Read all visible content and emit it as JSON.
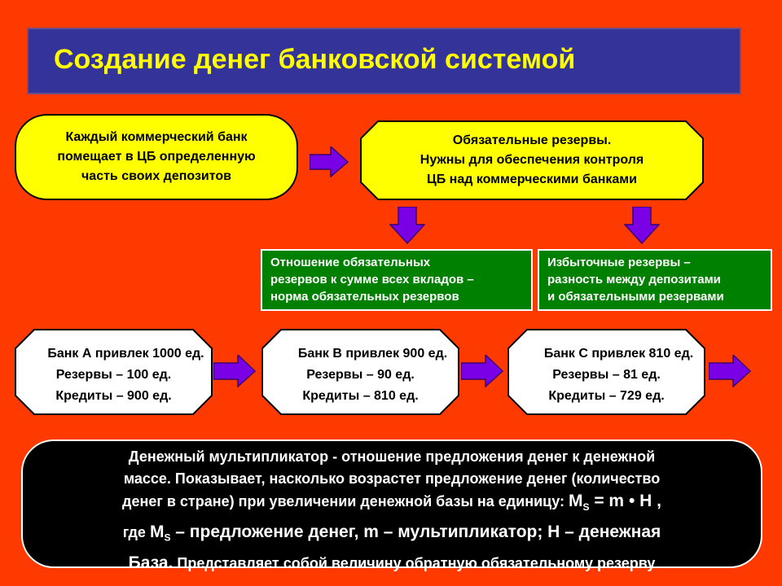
{
  "title": "Создание денег банковской системой",
  "box_deposit": [
    "Каждый коммерческий банк",
    "помещает в ЦБ определенную",
    "часть своих депозитов"
  ],
  "box_reserves": [
    "Обязательные резервы.",
    "Нужны для обеспечения контроля",
    "ЦБ над коммерческими банками"
  ],
  "box_norm": [
    "Отношение обязательных",
    "резервов к сумме всех вкладов –",
    "норма обязательных резервов"
  ],
  "box_excess": [
    "Избыточные резервы –",
    "разность между депозитами",
    "и обязательными резервами"
  ],
  "banks": [
    {
      "line1": "Банк А привлек 1000 ед.",
      "line2": "Резервы – 100 ед.",
      "line3": "Кредиты – 900 ед."
    },
    {
      "line1": "Банк В привлек 900 ед.",
      "line2": "Резервы – 90 ед.",
      "line3": "Кредиты – 810 ед."
    },
    {
      "line1": "Банк С привлек 810 ед.",
      "line2": "Резервы – 81 ед.",
      "line3": "Кредиты – 729 ед."
    }
  ],
  "multiplier": {
    "line1": "Денежный мультипликатор - отношение предложения денег к денежной",
    "line2": "массе. Показывает, насколько возрастет предложение денег (количество",
    "line3": "денег в стране) при увеличении денежной базы на единицу: ",
    "formula_m": "M",
    "formula_sub": "S",
    "formula_rest": " = m • H ,",
    "line4a": "где ",
    "line4_m": "M",
    "line4_sub": "S",
    "line4b": " – предложение денег, m – мультипликатор; H – денежная",
    "line5a": "База.",
    "line5b": " Представляет собой величину обратную обязательному резерву"
  }
}
